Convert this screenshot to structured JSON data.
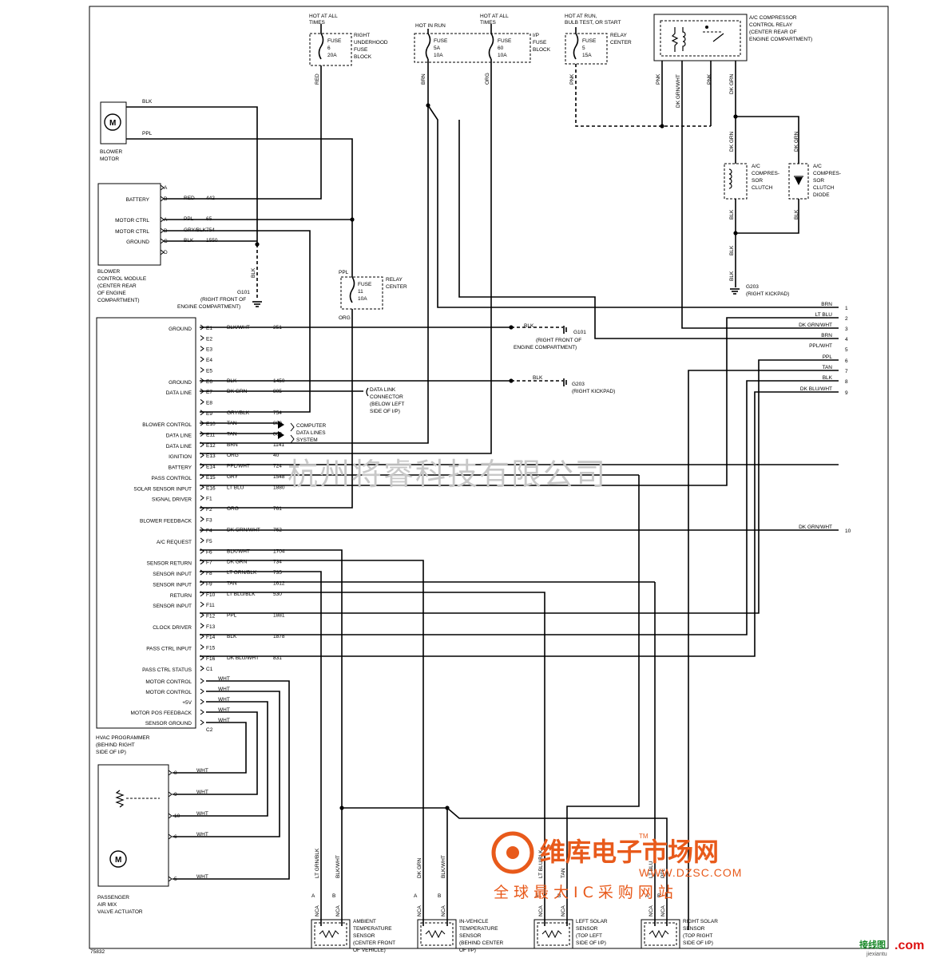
{
  "fuses": {
    "f1": {
      "header": [
        "HOT AT ALL",
        "TIMES"
      ],
      "fuse": [
        "FUSE",
        "6",
        "20A"
      ],
      "side": [
        "RIGHT",
        "UNDERHOOD",
        "FUSE",
        "BLOCK"
      ],
      "wire": "RED"
    },
    "f2": {
      "header": [
        "HOT IN RUN"
      ],
      "fuse": [
        "FUSE",
        "5A",
        "10A"
      ],
      "wire": "BRN"
    },
    "f3": {
      "header": [
        "HOT AT ALL",
        "TIMES"
      ],
      "fuse": [
        "FUSE",
        "60",
        "10A"
      ],
      "side": [
        "I/P",
        "FUSE",
        "BLOCK"
      ],
      "wire": "ORG"
    },
    "f4": {
      "header": [
        "HOT AT RUN,",
        "BULB TEST, OR START"
      ],
      "fuse": [
        "FUSE",
        "5",
        "15A"
      ],
      "side": [
        "RELAY",
        "CENTER"
      ],
      "wire": "PNK"
    },
    "relay_center": {
      "fuse": [
        "FUSE",
        "11",
        "10A"
      ],
      "side": [
        "RELAY",
        "CENTER"
      ],
      "top": "PPL",
      "bottom": "ORG"
    }
  },
  "ac_relay": {
    "label": [
      "A/C COMPRESSOR",
      "CONTROL RELAY",
      "(CENTER REAR OF",
      "ENGINE COMPARTMENT)"
    ],
    "wires": [
      "PNK",
      "DK GRN/WHT",
      "PNK",
      "DK GRN"
    ]
  },
  "ac_clutch": {
    "wire_top": "DK GRN",
    "label": [
      "A/C",
      "COMPRES-",
      "SOR",
      "CLUTCH"
    ],
    "wire_bot": "BLK"
  },
  "ac_diode": {
    "wire_top": "DK GRN",
    "label": [
      "A/C",
      "COMPRES-",
      "SOR",
      "CLUTCH",
      "DIODE"
    ],
    "wire_bot": "BLK"
  },
  "ground_g203_right": {
    "wires": [
      "BLK",
      "BLK"
    ],
    "label": [
      "G203",
      "(RIGHT KICKPAD)"
    ]
  },
  "blower_motor": {
    "label": [
      "BLOWER",
      "MOTOR"
    ],
    "wires": [
      "BLK",
      "PPL"
    ]
  },
  "blower_module": {
    "pins": [
      {
        "name": "",
        "pin": "A",
        "wire": "",
        "num": ""
      },
      {
        "name": "BATTERY",
        "pin": "B",
        "wire": "RED",
        "num": "442"
      },
      {
        "name": "MOTOR CTRL",
        "pin": "A",
        "wire": "PPL",
        "num": "65"
      },
      {
        "name": "MOTOR CTRL",
        "pin": "B",
        "wire": "GRY/BLK",
        "num": "754"
      },
      {
        "name": "GROUND",
        "pin": "C",
        "wire": "BLK",
        "num": "1550"
      },
      {
        "name": "",
        "pin": "D",
        "wire": "",
        "num": ""
      }
    ],
    "label": [
      "BLOWER",
      "CONTROL MODULE",
      "(CENTER REAR",
      "OF ENGINE",
      "COMPARTMENT)"
    ]
  },
  "g101_top": {
    "wire": "BLK",
    "label": [
      "G101",
      "(RIGHT FRONT OF",
      "ENGINE COMPARTMENT)"
    ]
  },
  "programmer": {
    "pins": [
      {
        "name": "GROUND",
        "pin": "E1",
        "wire": "BLK/WHT",
        "num": "251"
      },
      {
        "name": "",
        "pin": "E2",
        "wire": "",
        "num": ""
      },
      {
        "name": "",
        "pin": "E3",
        "wire": "",
        "num": ""
      },
      {
        "name": "",
        "pin": "E4",
        "wire": "",
        "num": ""
      },
      {
        "name": "",
        "pin": "E5",
        "wire": "",
        "num": ""
      },
      {
        "name": "GROUND",
        "pin": "E6",
        "wire": "BLK",
        "num": "1450"
      },
      {
        "name": "DATA LINE",
        "pin": "E7",
        "wire": "DK GRN",
        "num": "805"
      },
      {
        "name": "",
        "pin": "E8",
        "wire": "",
        "num": ""
      },
      {
        "name": "",
        "pin": "E9",
        "wire": "GRY/BLK",
        "num": "754"
      },
      {
        "name": "BLOWER CONTROL",
        "pin": "E10",
        "wire": "TAN",
        "num": "800"
      },
      {
        "name": "DATA LINE",
        "pin": "E11",
        "wire": "TAN",
        "num": "800"
      },
      {
        "name": "DATA LINE",
        "pin": "E12",
        "wire": "BRN",
        "num": "1141"
      },
      {
        "name": "IGNITION",
        "pin": "E13",
        "wire": "ORG",
        "num": "40"
      },
      {
        "name": "BATTERY",
        "pin": "E14",
        "wire": "PPL/WHT",
        "num": "724"
      },
      {
        "name": "PASS CONTROL",
        "pin": "E15",
        "wire": "GRY",
        "num": "1548"
      },
      {
        "name": "SOLAR SENSOR INPUT",
        "pin": "E16",
        "wire": "LT BLU",
        "num": "1880"
      },
      {
        "name": "SIGNAL DRIVER",
        "pin": "F1",
        "wire": "",
        "num": ""
      },
      {
        "name": "",
        "pin": "F2",
        "wire": "ORG",
        "num": "761"
      },
      {
        "name": "BLOWER FEEDBACK",
        "pin": "F3",
        "wire": "",
        "num": ""
      },
      {
        "name": "",
        "pin": "F4",
        "wire": "DK GRN/WHT",
        "num": "762"
      },
      {
        "name": "A/C REQUEST",
        "pin": "F5",
        "wire": "",
        "num": ""
      },
      {
        "name": "",
        "pin": "F6",
        "wire": "BLK/WHT",
        "num": "1704"
      },
      {
        "name": "SENSOR RETURN",
        "pin": "F7",
        "wire": "DK GRN",
        "num": "734"
      },
      {
        "name": "SENSOR INPUT",
        "pin": "F8",
        "wire": "LT GRN/BLK",
        "num": "735"
      },
      {
        "name": "SENSOR INPUT",
        "pin": "F9",
        "wire": "TAN",
        "num": "1612"
      },
      {
        "name": "RETURN",
        "pin": "F10",
        "wire": "LT BLU/BLK",
        "num": "530"
      },
      {
        "name": "SENSOR INPUT",
        "pin": "F11",
        "wire": "",
        "num": ""
      },
      {
        "name": "",
        "pin": "F12",
        "wire": "PPL",
        "num": "1881"
      },
      {
        "name": "CLOCK DRIVER",
        "pin": "F13",
        "wire": "",
        "num": ""
      },
      {
        "name": "",
        "pin": "F14",
        "wire": "BLK",
        "num": "1878"
      },
      {
        "name": "PASS CTRL INPUT",
        "pin": "F15",
        "wire": "",
        "num": ""
      },
      {
        "name": "",
        "pin": "F16",
        "wire": "DK BLU/WHT",
        "num": "831"
      },
      {
        "name": "PASS CTRL STATUS",
        "pin": "C1",
        "wire": "",
        "num": ""
      }
    ],
    "c1": [
      {
        "name": "MOTOR CONTROL",
        "wire": "WHT"
      },
      {
        "name": "MOTOR CONTROL",
        "wire": "WHT"
      },
      {
        "name": "+5V",
        "wire": "WHT"
      },
      {
        "name": "MOTOR POS FEEDBACK",
        "wire": "WHT"
      },
      {
        "name": "SENSOR GROUND",
        "wire": "WHT"
      }
    ],
    "c2": "C2",
    "label": [
      "HVAC PROGRAMMER",
      "(BEHIND RIGHT",
      "SIDE OF I/P)"
    ]
  },
  "g101_mid": {
    "wire": "BLK",
    "label": [
      "G101",
      "(RIGHT FRONT OF",
      "ENGINE COMPARTMENT)"
    ]
  },
  "dlc": {
    "label": [
      "DATA LINK",
      "CONNECTOR",
      "(BELOW LEFT",
      "SIDE OF I/P)"
    ]
  },
  "g203_mid": {
    "wire": "BLK",
    "label": [
      "G203",
      "(RIGHT KICKPAD)"
    ]
  },
  "computer_data": [
    "COMPUTER",
    "DATA LINES",
    "SYSTEM"
  ],
  "right_bus": [
    {
      "wire": "BRN",
      "num": "1"
    },
    {
      "wire": "LT BLU",
      "num": "2"
    },
    {
      "wire": "DK GRN/WHT",
      "num": "3"
    },
    {
      "wire": "BRN",
      "num": "4"
    },
    {
      "wire": "PPL/WHT",
      "num": "5"
    },
    {
      "wire": "PPL",
      "num": "6"
    },
    {
      "wire": "TAN",
      "num": "7"
    },
    {
      "wire": "BLK",
      "num": "8"
    },
    {
      "wire": "DK BLU/WHT",
      "num": "9"
    },
    {
      "wire": "DK GRN/WHT",
      "num": "10"
    }
  ],
  "actuator": {
    "pins": [
      "8",
      "9",
      "10",
      "6",
      "5"
    ],
    "wire": "WHT",
    "label": [
      "PASSENGER",
      "AIR MIX",
      "VALVE ACTUATOR"
    ]
  },
  "sensors": [
    {
      "wires": [
        "LT GRN/BLK",
        "BLK/WHT"
      ],
      "pins": [
        "A",
        "B"
      ],
      "nca": "NCA",
      "label": [
        "AMBIENT",
        "TEMPERATURE",
        "SENSOR",
        "(CENTER FRONT",
        "OF VEHICLE)"
      ]
    },
    {
      "wires": [
        "DK GRN",
        "BLK/WHT"
      ],
      "pins": [
        "A",
        "B"
      ],
      "nca": "NCA",
      "label": [
        "IN-VEHICLE",
        "TEMPERATURE",
        "SENSOR",
        "(BEHIND CENTER",
        "OF I/P)"
      ]
    },
    {
      "wires": [
        "LT BLU/BLK",
        "TAN"
      ],
      "pins": [
        "A",
        "B"
      ],
      "nca": "NCA",
      "label": [
        "LEFT SOLAR",
        "SENSOR",
        "(TOP LEFT",
        "SIDE OF I/P)"
      ]
    },
    {
      "wires": [
        "LT BLU",
        "PPL"
      ],
      "pins": [
        "A",
        "B"
      ],
      "nca": "NCA",
      "label": [
        "RIGHT SOLAR",
        "SENSOR",
        "(TOP RIGHT",
        "SIDE OF I/P)"
      ]
    }
  ],
  "diagram_id": "75832",
  "watermark": "杭州将睿科技有限公司",
  "logo": {
    "cn": "维库电子市场网",
    "tm": "TM",
    "url": "WWW.DZSC.COM",
    "sub": "全球最大IC采购网站"
  },
  "corner_mark": {
    "cn": "接线图",
    "dom": ".com",
    "url": "jiexiantu"
  }
}
